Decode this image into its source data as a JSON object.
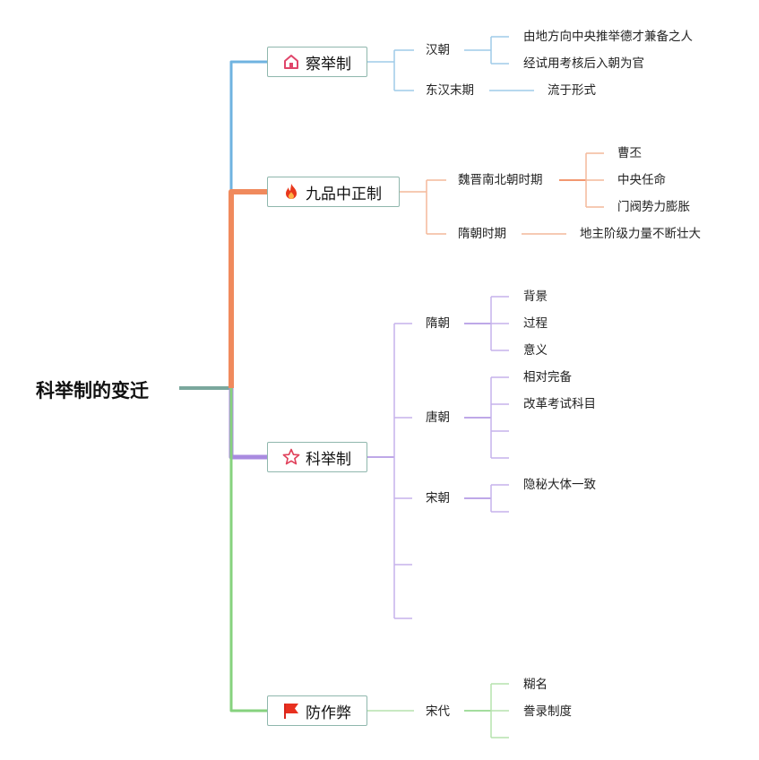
{
  "root": {
    "label": "科举制的变迁"
  },
  "branches": [
    {
      "label": "察举制",
      "icon": "home-icon",
      "color": "#6fb3e0",
      "children": [
        {
          "label": "汉朝",
          "children": [
            {
              "label": "由地方向中央推举德才兼备之人"
            },
            {
              "label": "经试用考核后入朝为官"
            }
          ]
        },
        {
          "label": "东汉末期",
          "children": [
            {
              "label": "流于形式"
            }
          ]
        }
      ]
    },
    {
      "label": "九品中正制",
      "icon": "fire-icon",
      "color": "#f08a5d",
      "children": [
        {
          "label": "魏晋南北朝时期",
          "children": [
            {
              "label": "曹丕"
            },
            {
              "label": "中央任命"
            },
            {
              "label": "门阀势力膨胀"
            }
          ]
        },
        {
          "label": "隋朝时期",
          "children": [
            {
              "label": "地主阶级力量不断壮大"
            }
          ]
        }
      ]
    },
    {
      "label": "科举制",
      "icon": "star-icon",
      "color": "#a98be0",
      "children": [
        {
          "label": "隋朝",
          "children": [
            {
              "label": "背景"
            },
            {
              "label": "过程"
            },
            {
              "label": "意义"
            }
          ]
        },
        {
          "label": "唐朝",
          "children": [
            {
              "label": "相对完备"
            },
            {
              "label": "改革考试科目"
            },
            {
              "label": ""
            },
            {
              "label": ""
            }
          ]
        },
        {
          "label": "宋朝",
          "children": [
            {
              "label": "隐秘大体一致"
            },
            {
              "label": ""
            }
          ]
        },
        {
          "label": "",
          "children": []
        },
        {
          "label": "",
          "children": []
        }
      ]
    },
    {
      "label": "防作弊",
      "icon": "flag-icon",
      "color": "#86d27e",
      "children": [
        {
          "label": "宋代",
          "children": [
            {
              "label": "糊名"
            },
            {
              "label": "誊录制度"
            },
            {
              "label": ""
            }
          ]
        }
      ]
    }
  ]
}
